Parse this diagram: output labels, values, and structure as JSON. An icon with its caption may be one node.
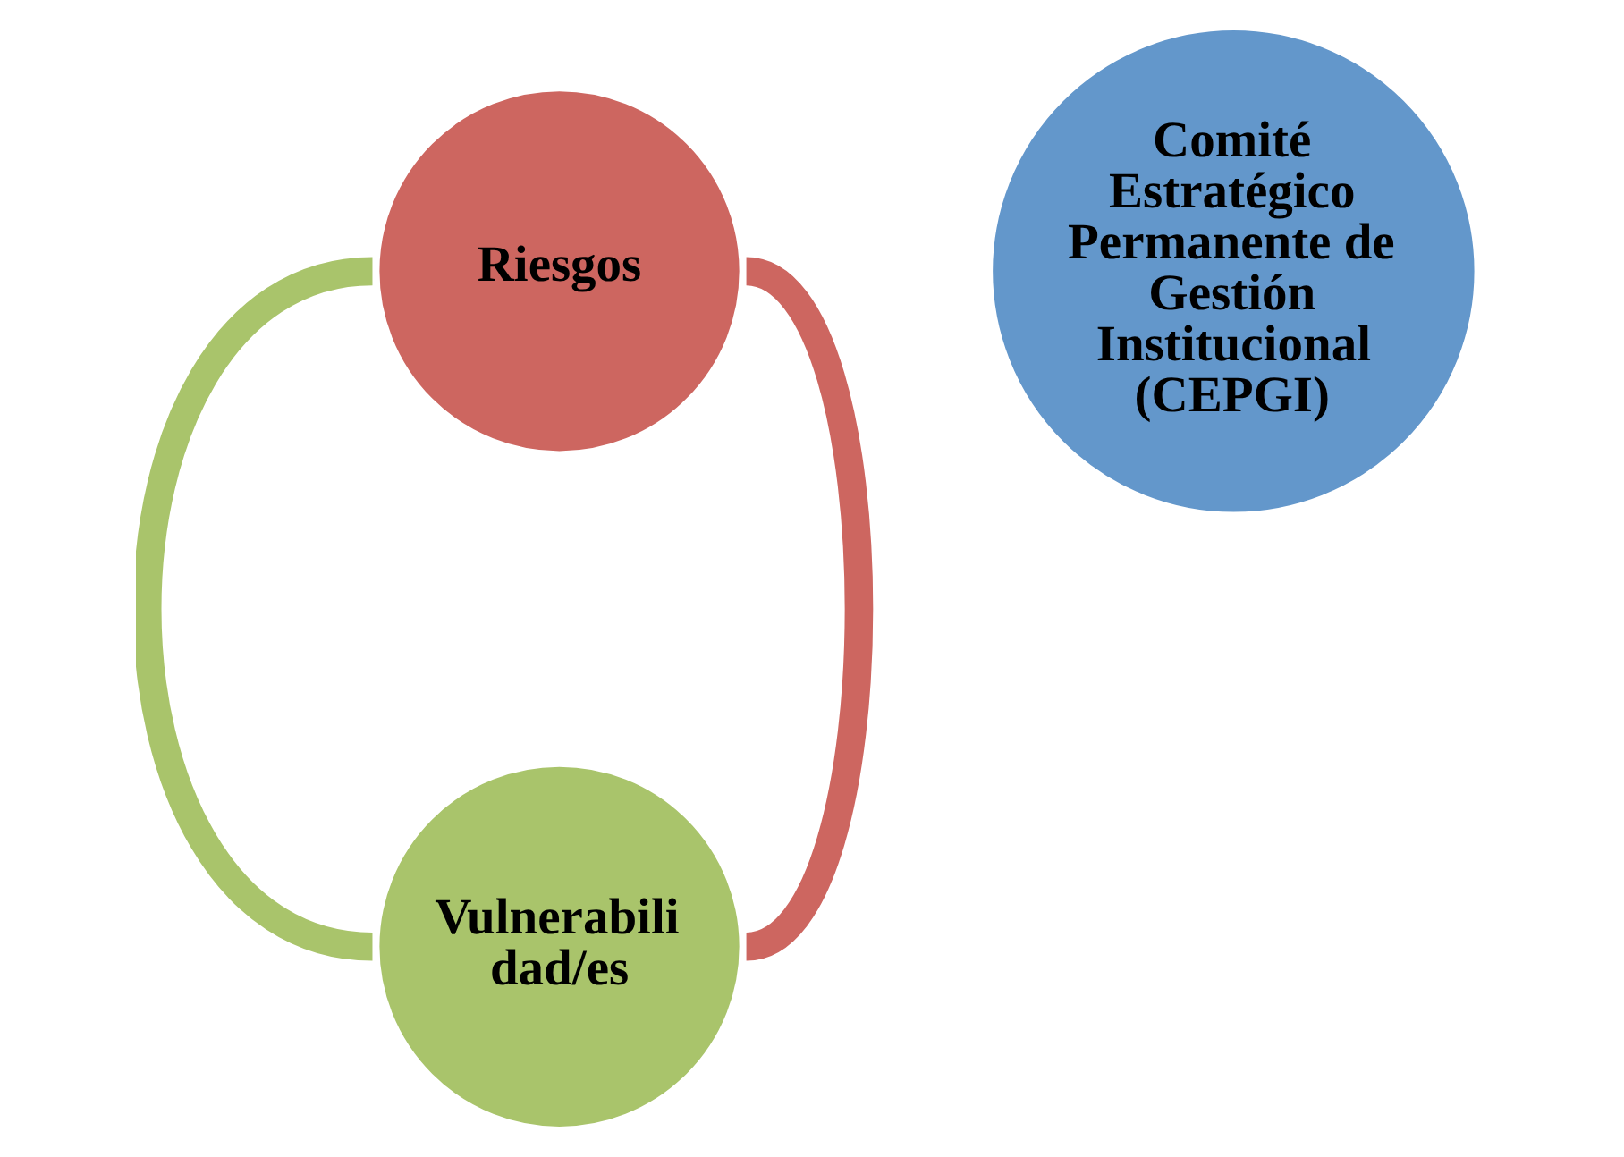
{
  "diagram": {
    "nodes": [
      {
        "text": [
          "Riesgos"
        ]
      },
      {
        "text": [
          "Comité Estratégico Permanente de Gestión Institucional (CEPGI)"
        ]
      },
      {
        "text": [
          "Vulnerabili dad/es"
        ]
      }
    ],
    "edges": [
      {
        "from": 0,
        "to": 2,
        "arrow": "none",
        "color": "#cd6660"
      },
      {
        "from": 2,
        "to": 0,
        "arrow": "none",
        "color": "#a9c46b"
      }
    ]
  }
}
